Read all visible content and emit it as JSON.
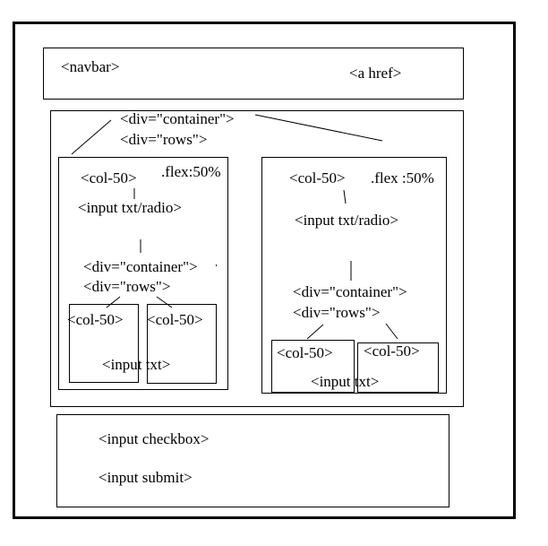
{
  "navbar": {
    "tag": "<navbar>",
    "link": "<a href>"
  },
  "container": {
    "container_tag": "<div=\"container\">",
    "rows_tag": "<div=\"rows\">",
    "left_col": {
      "col_tag": "<col-50>",
      "flex": ".flex:50%",
      "input": "<input txt/radio>",
      "inner_container_tag": "<div=\"container\">",
      "inner_rows_tag": "<div=\"rows\">",
      "inner_col_a": "<col-50>",
      "inner_col_b": "<col-50>",
      "inner_input": "<input txt>"
    },
    "right_col": {
      "col_tag": "<col-50>",
      "flex": ".flex :50%",
      "input": "<input txt/radio>",
      "inner_container_tag": "<div=\"container\">",
      "inner_rows_tag": "<div=\"rows\">",
      "inner_col_a": "<col-50>",
      "inner_col_b": "<col-50>",
      "inner_input": "<input txt>"
    }
  },
  "form": {
    "checkbox": "<input checkbox>",
    "submit": "<input submit>"
  }
}
